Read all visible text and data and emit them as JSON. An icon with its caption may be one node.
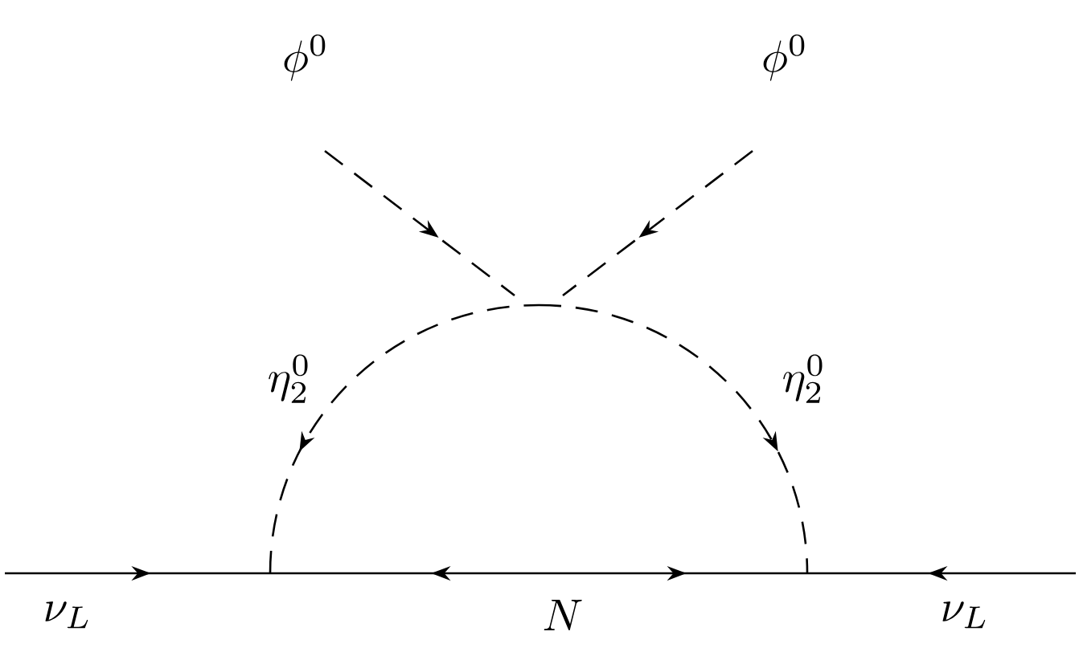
{
  "diagram": {
    "labels": [
      "\\phi^0",
      "\\phi^0",
      "\\eta_2^0",
      "\\eta_2^0",
      "\\nu_L",
      "N",
      "\\nu_L"
    ]
  }
}
